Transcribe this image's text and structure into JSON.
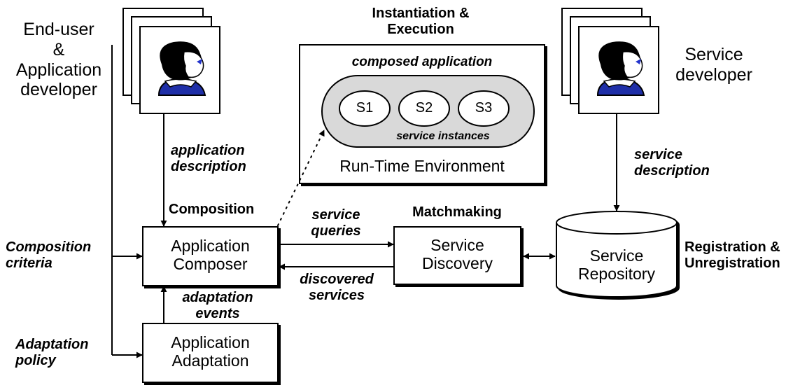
{
  "actors": {
    "end_user": "End-user\n&\nApplication\ndeveloper",
    "service_developer": "Service\ndeveloper"
  },
  "boxes": {
    "composer": "Application\nComposer",
    "adaptation": "Application\nAdaptation",
    "discovery": "Service\nDiscovery",
    "repository": "Service\nRepository"
  },
  "runtime": {
    "title": "Instantiation &\nExecution",
    "composed": "composed application",
    "instances": "service instances",
    "environment": "Run-Time Environment",
    "services": [
      "S1",
      "S2",
      "S3"
    ]
  },
  "labels": {
    "app_description": "application\ndescription",
    "composition": "Composition",
    "composition_criteria": "Composition\ncriteria",
    "adaptation_events": "adaptation\nevents",
    "adaptation_policy": "Adaptation\npolicy",
    "service_queries": "service\nqueries",
    "discovered_services": "discovered\nservices",
    "matchmaking": "Matchmaking",
    "service_description": "service\ndescription",
    "registration": "Registration &\nUnregistration"
  },
  "colors": {
    "runtime_inner_fill": "#d9d9d9",
    "face_shirt": "#1f2fa8",
    "face_eye": "#2233cc"
  },
  "icons": [
    "person-icon",
    "person-icon"
  ]
}
